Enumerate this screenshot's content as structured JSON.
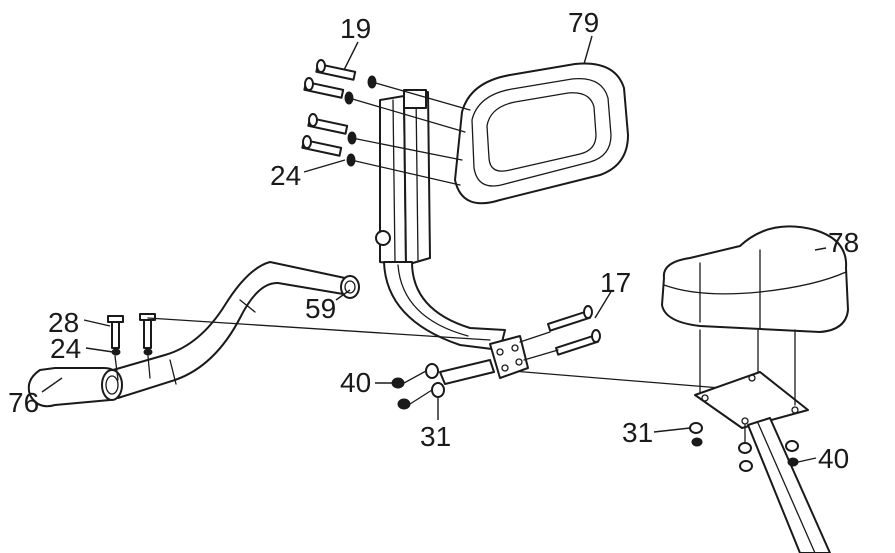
{
  "callouts": {
    "c19": "19",
    "c79": "79",
    "c24_top": "24",
    "c78": "78",
    "c17": "17",
    "c59": "59",
    "c28": "28",
    "c24_left": "24",
    "c76": "76",
    "c40_mid": "40",
    "c31_mid": "31",
    "c31_right": "31",
    "c40_right": "40"
  },
  "colors": {
    "line": "#1a1a1a",
    "background": "#ffffff"
  }
}
